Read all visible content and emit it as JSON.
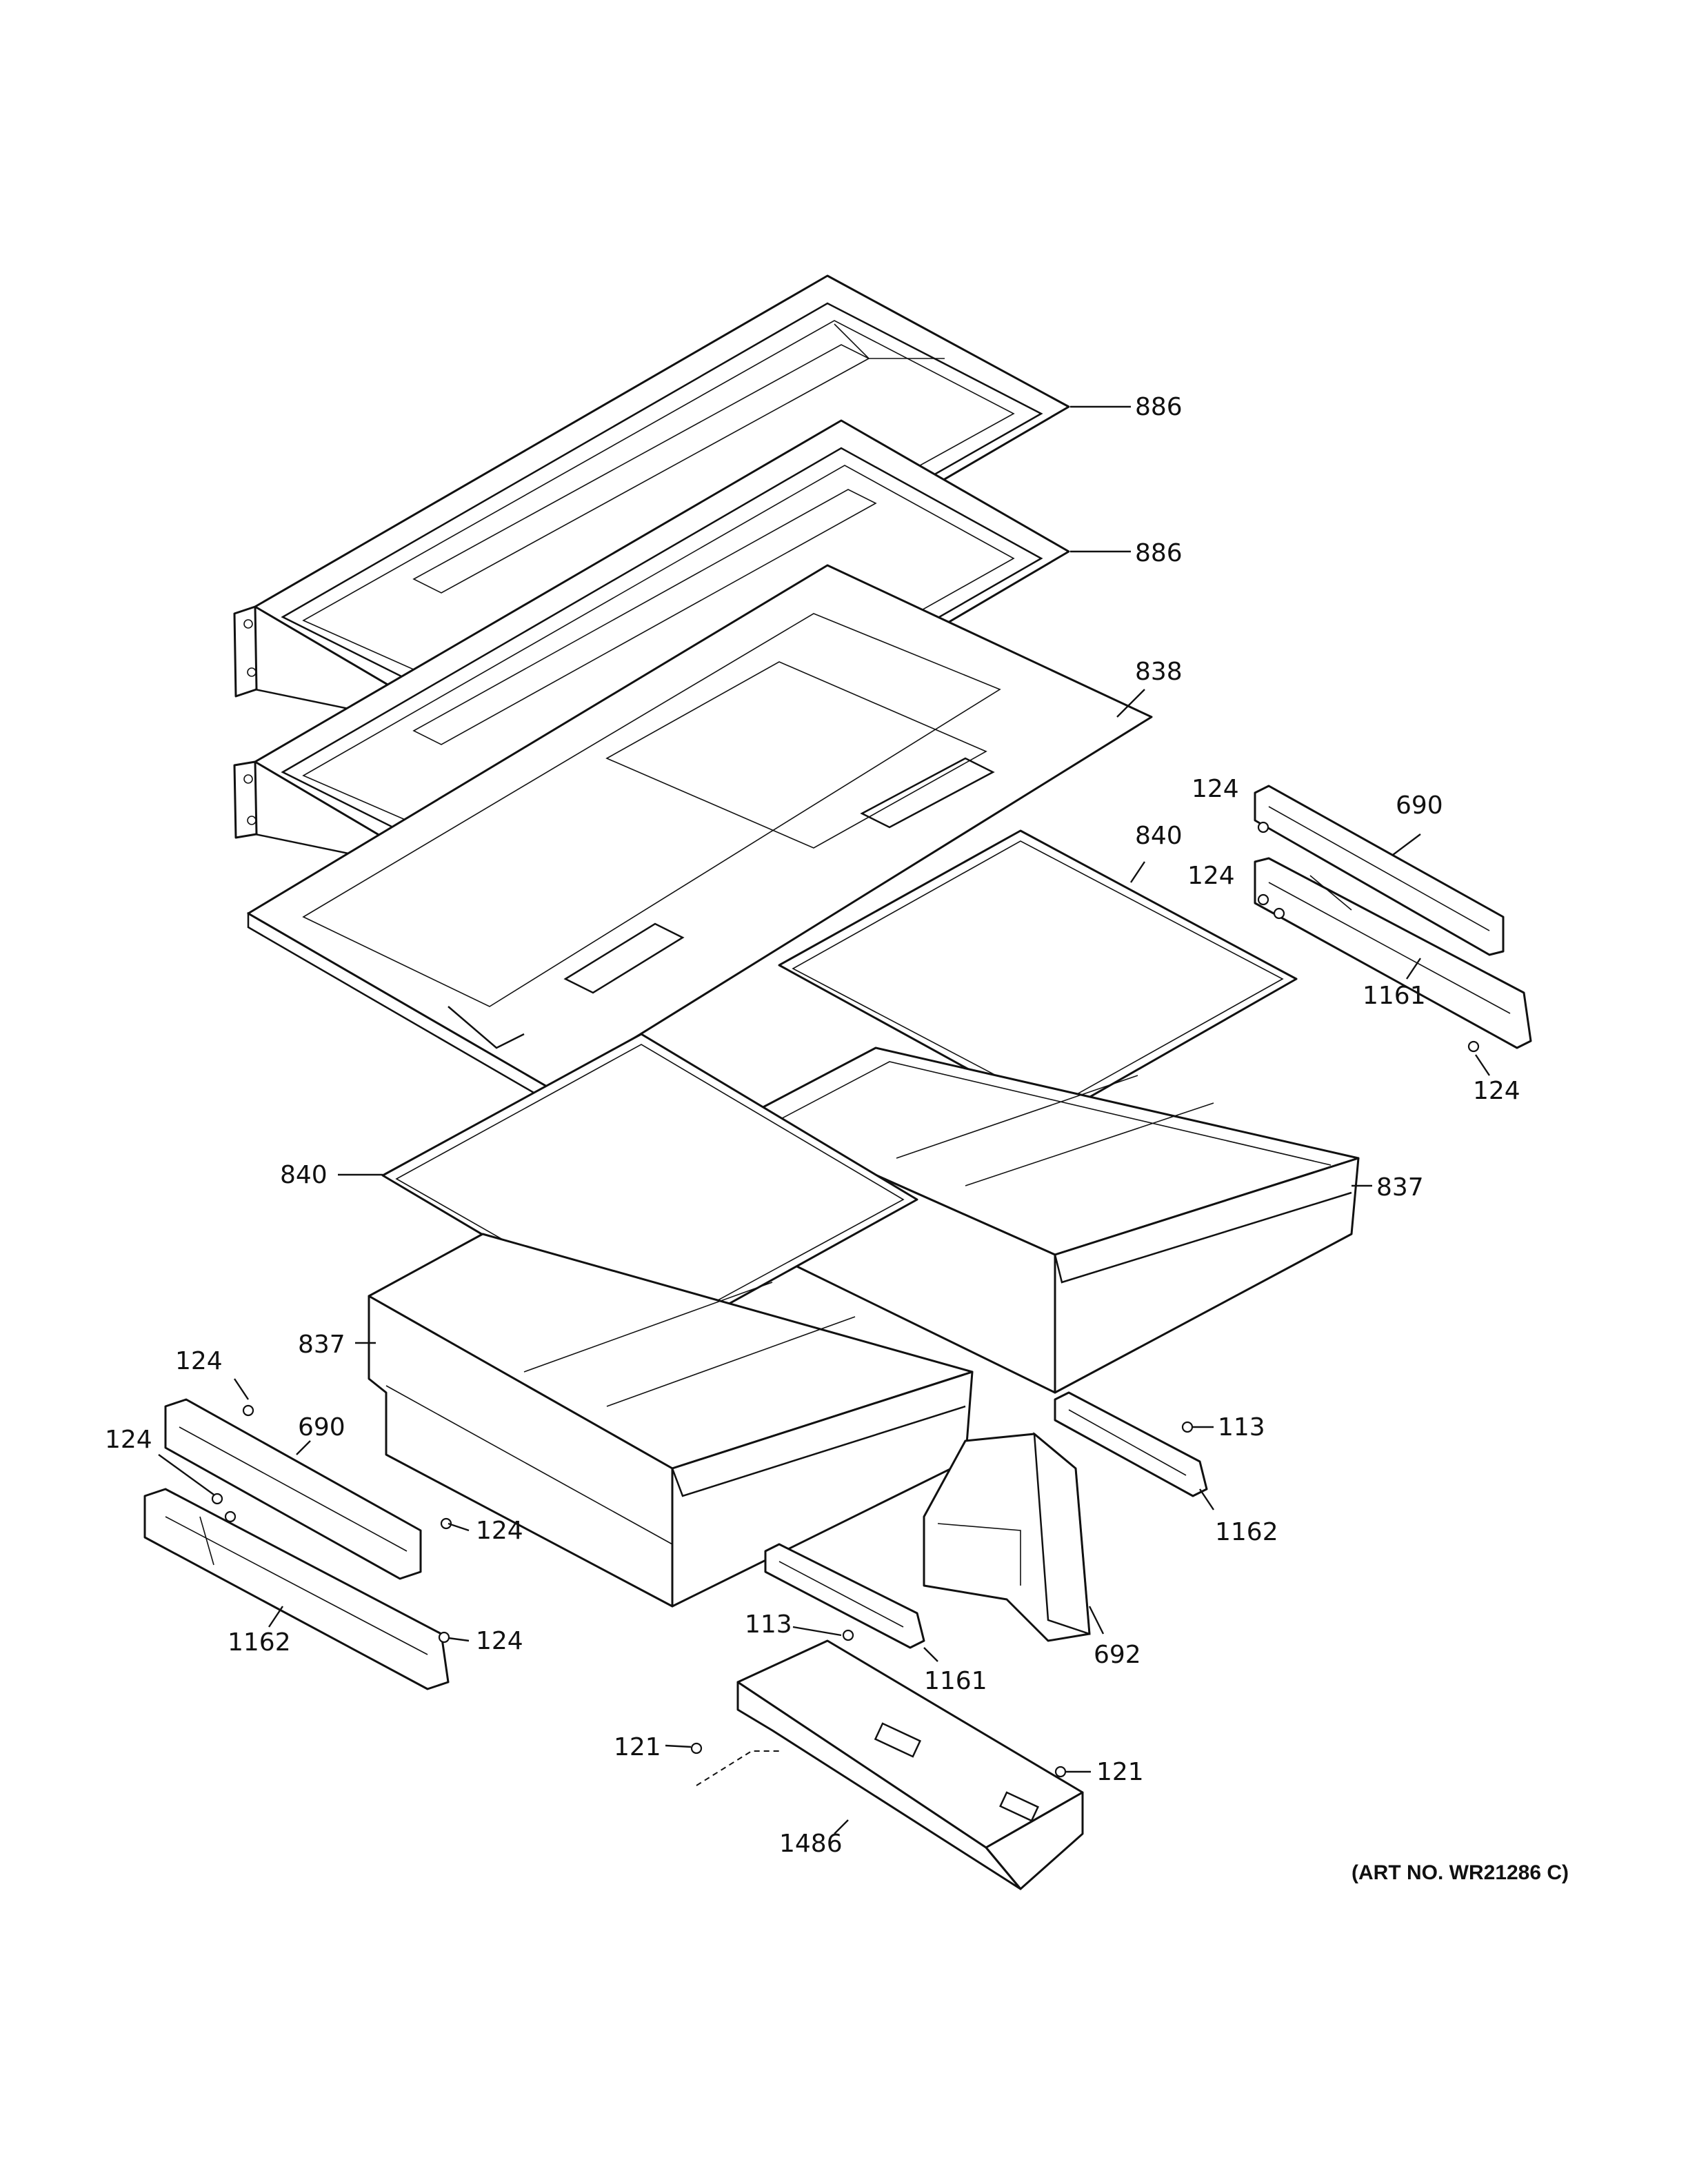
{
  "callouts": {
    "c886a": "886",
    "c886b": "886",
    "c838": "838",
    "c840a": "840",
    "c840b": "840",
    "c837a": "837",
    "c837b": "837",
    "c124a": "124",
    "c124b": "124",
    "c124c": "124",
    "c124d": "124",
    "c124e": "124",
    "c124f": "124",
    "c124g": "124",
    "c690a": "690",
    "c690b": "690",
    "c1161a": "1161",
    "c1161b": "1161",
    "c1162a": "1162",
    "c1162b": "1162",
    "c113a": "113",
    "c113b": "113",
    "c692": "692",
    "c121a": "121",
    "c121b": "121",
    "c1486": "1486"
  },
  "art_number": "(ART NO. WR21286 C)"
}
